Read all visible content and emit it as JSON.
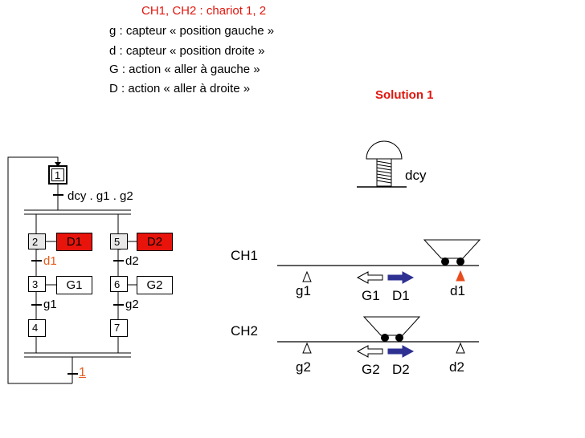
{
  "legend": {
    "title": "CH1, CH2 : chariot 1, 2",
    "lines": [
      "g : capteur « position gauche »",
      "d : capteur « position droite »",
      "G : action « aller à gauche »",
      "D : action « aller à droite »"
    ]
  },
  "solution_label": "Solution 1",
  "grafcet": {
    "initial_step": "1",
    "transition_start": "dcy . g1 . g2",
    "branch_left": {
      "step_a": "2",
      "action_a": "D1",
      "transition_a": "d1",
      "step_b": "3",
      "action_b": "G1",
      "transition_b": "g1",
      "step_c": "4"
    },
    "branch_right": {
      "step_a": "5",
      "action_a": "D2",
      "transition_a": "d2",
      "step_b": "6",
      "action_b": "G2",
      "transition_b": "g2",
      "step_c": "7"
    },
    "transition_end": "1"
  },
  "system": {
    "button_label": "dcy",
    "ch1": {
      "label": "CH1",
      "sensor_left": "g1",
      "action_left": "G1",
      "action_right": "D1",
      "sensor_right": "d1"
    },
    "ch2": {
      "label": "CH2",
      "sensor_left": "g2",
      "action_left": "G2",
      "action_right": "D2",
      "sensor_right": "d2"
    }
  },
  "colors": {
    "active_action": "#e8140c",
    "red_text": "#e0160e",
    "arrow_blue": "#2e3192",
    "sensor_active": "#e84c1e"
  }
}
